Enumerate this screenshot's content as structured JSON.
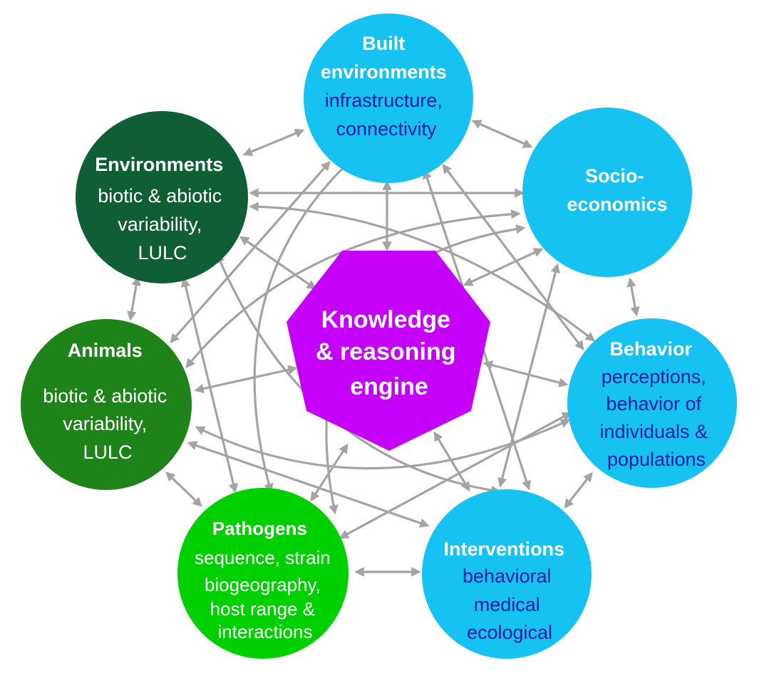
{
  "colors": {
    "arrow": "#a3a3a3",
    "light_blue": "#16c2f2",
    "dark_green": "#0f5e36",
    "mid_green": "#1e8419",
    "bright_green": "#00cf00",
    "purple": "#c500fb",
    "dark_blue_text": "#1e1ea0",
    "white_text": "#ffffff"
  },
  "center": {
    "lines": [
      "Knowledge",
      "& reasoning",
      "engine"
    ]
  },
  "nodes": {
    "built": {
      "title": [
        "Built",
        "environments"
      ],
      "body": [
        "infrastructure,",
        "connectivity"
      ]
    },
    "socio": {
      "title": [
        "Socio-",
        "economics"
      ],
      "body": []
    },
    "behavior": {
      "title": [
        "Behavior"
      ],
      "body": [
        "perceptions,",
        "behavior of",
        "individuals &",
        "populations"
      ]
    },
    "interventions": {
      "title": [
        "Interventions"
      ],
      "body": [
        "behavioral",
        "medical",
        "ecological"
      ]
    },
    "pathogens": {
      "title": [
        "Pathogens"
      ],
      "body": [
        "sequence, strain",
        "biogeography,",
        "host range &",
        "interactions"
      ]
    },
    "animals": {
      "title": [
        "Animals"
      ],
      "body": [
        "biotic & abiotic",
        "variability,",
        "LULC"
      ]
    },
    "environments": {
      "title": [
        "Environments"
      ],
      "body": [
        "biotic & abiotic",
        "variability,",
        "LULC"
      ]
    }
  }
}
